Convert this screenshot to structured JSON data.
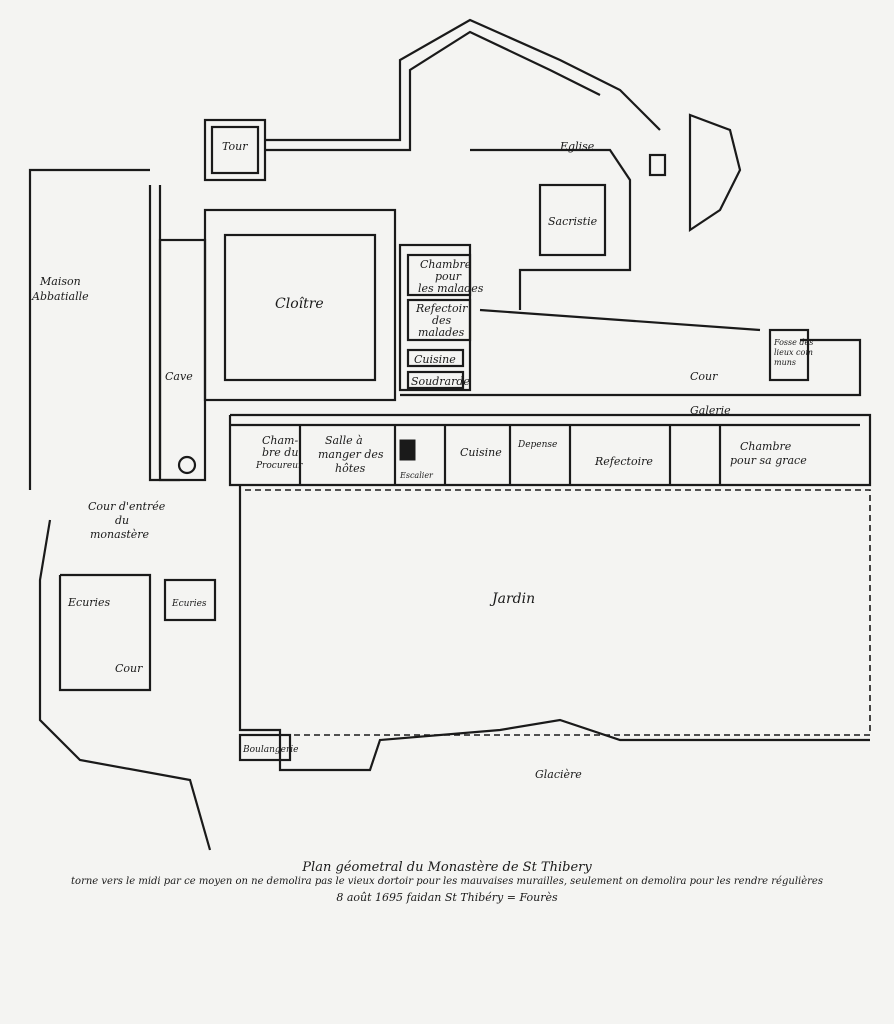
{
  "plan": {
    "labels": {
      "tour": "Tour",
      "eglise": "Eglise",
      "sacristie": "Sacristie",
      "maison": [
        "Maison",
        "Abbatialle"
      ],
      "cloitre": "Cloître",
      "chambre_malades": [
        "Chambre",
        "pour",
        "les malades"
      ],
      "refectoir_malades": [
        "Refectoir",
        "des",
        "malades"
      ],
      "cuisine_haut": "Cuisine",
      "soudrarde": "Soudrarde",
      "cour_haut": "Cour",
      "fosse": [
        "Fosse des",
        "lieux com",
        "muns"
      ],
      "cave": "Cave",
      "galerie": "Galerie",
      "chambre_procureur": [
        "Cham-",
        "bre du",
        "Procureur"
      ],
      "salle": [
        "Salle à",
        "manger des",
        "hôtes"
      ],
      "escalier": "Escalier",
      "cuisine": "Cuisine",
      "depense": "Depense",
      "refectoire": "Refectoire",
      "chambre_grace": [
        "Chambre",
        "pour sa grace"
      ],
      "cour_entree": [
        "Cour d'entrée",
        "du",
        "monastère"
      ],
      "ecuries_1": "Ecuries",
      "ecuries_2": "Ecuries",
      "cour_bas": "Cour",
      "jardin": "Jardin",
      "boulangerie": "Boulangerie",
      "glaciere": "Glacière"
    }
  },
  "caption": {
    "title": "Plan géometral du Monastère de St Thibery",
    "line2": "torne vers le midi par ce moyen on ne demolira pas le vieux dortoir pour les mauvaises murailles, seulement on demolira pour les rendre régulières",
    "line3": "8 août 1695 faidan St Thibéry = Fourès"
  }
}
